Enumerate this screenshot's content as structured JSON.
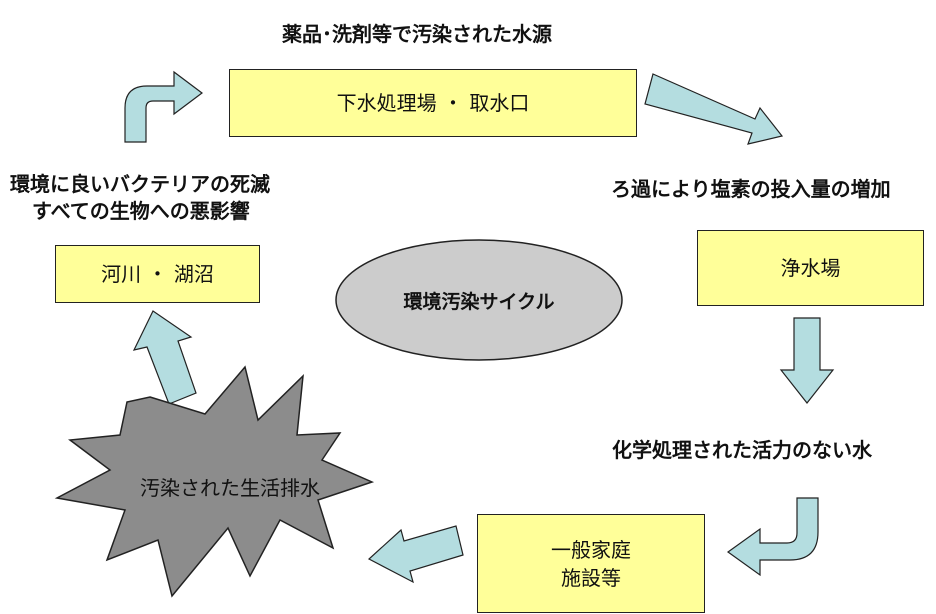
{
  "colors": {
    "box_fill": "#ffff99",
    "arrow_fill": "#b4dde0",
    "ellipse_fill": "#cccccc",
    "burst_fill": "#8c8c8c",
    "outline": "#222222"
  },
  "nodes": {
    "sewage_intake": "下水処理場 ・ 取水口",
    "water_purification": "浄水場",
    "households_line1": "一般家庭",
    "households_line2": "施設等",
    "rivers_lakes": "河川 ・ 湖沼",
    "polluted_wastewater": "汚染された生活排水",
    "cycle_center": "環境汚染サイクル"
  },
  "labels": {
    "polluted_source": "薬品･洗剤等で汚染された水源",
    "chlorine_increase": "ろ過により塩素の投入量の増加",
    "chemical_water": "化学処理された活力のない水",
    "bacteria_line1": "環境に良いバクテリアの死滅",
    "bacteria_line2": "すべての生物への悪影響"
  },
  "icons": {
    "arrow": "block-arrow-icon",
    "curved_arrow": "curved-arrow-icon",
    "burst": "explosion-burst-icon"
  }
}
